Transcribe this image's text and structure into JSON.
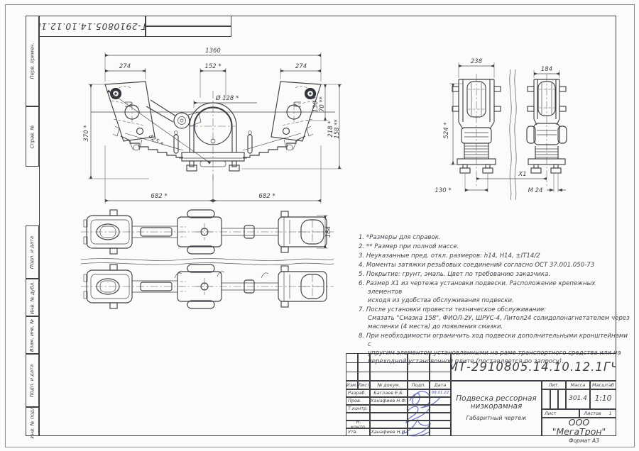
{
  "sheet": {
    "doc_number_top": "МТ-2910805.14.10.12.1ГЧ",
    "format_label": "Формат А3"
  },
  "margin_labels": {
    "perv_primen": "Перв. примен.",
    "sprav_no": "Справ. №",
    "podp_data_1": "Подп. и дата",
    "inv_dubl": "Инв. № дубл.",
    "vzam_inv": "Взам. инв. №",
    "podp_data_2": "Подп. и дата",
    "inv_podl": "Инв. № подл."
  },
  "views": {
    "front": {
      "dim_overall": "1360",
      "dim_left_bracket": "274",
      "dim_center": "152 *",
      "dim_right_bracket": "274",
      "dim_diameter": "Ø 128 *",
      "dim_h_top_1": "130 *",
      "dim_h_top_2": "70 **",
      "dim_h_low_1": "218 *",
      "dim_h_low_2": "158 **",
      "dim_height_left": "370 *",
      "dim_diag": "425 *",
      "dim_half_left": "682 *",
      "dim_half_right": "682 *"
    },
    "end": {
      "dim_width_left": "238",
      "dim_width_right": "184",
      "dim_height": "524 *",
      "dim_bolt_spacing": "130 *",
      "dim_span": "X1",
      "dim_thread": "М 24"
    },
    "plan": {
      "dim_width": "184"
    }
  },
  "notes": [
    "1. *Размеры для справок.",
    "2. ** Размер при полной массе.",
    "3. Неуказанные пред. откл. размеров: h14, Н14, ±IT14/2",
    "4. Моменты затяжки резьбовых соединений согласно ОСТ 37.001.050-73",
    "5. Покрытие: грунт, эмаль. Цвет по требованию заказчика.",
    "6. Размер X1 из чертежа установки подвески. Расположение крепежных элементов\nисходя из удобства обслуживания подвески.",
    "7. После установки провести техническое обслуживание:\nСмазать \"Смазка 158\", ФИОЛ-2У, ШРУС-4, Литол24 солидолонагнетателем через\nмасленки (4 места) до появления смазки.",
    "8. При необходимости ограничить ход подвески дополнительными кронштейнами с\nупругим элементом установленными на раме транспортного средства или на\nпереходной установочной плите (поставляется по запросу)."
  ],
  "title_block": {
    "doc_number": "МТ-2910805.14.10.12.1ГЧ",
    "title_line1": "Подвеска рессорная",
    "title_line2": "низкорамная",
    "subtitle": "Габаритный чертеж",
    "company": "ООО \"МегаТрон\"",
    "columns": {
      "izm": "Изм.",
      "list": "Лист",
      "doc": "№ докум.",
      "podp": "Подп.",
      "data": "Дата"
    },
    "rows": {
      "razrab_label": "Разраб.",
      "razrab_name": "Баглаев Е.Б.",
      "razrab_date": "09.01.22",
      "prov_label": "Пров.",
      "prov_name": "Ханафиев Н.Ф.",
      "tkontr_label": "Т.контр.",
      "nkontr_label": "Н. контр.",
      "utv_label": "Утв.",
      "utv_name": "Ханафиев Н.И."
    },
    "lit_label": "Лит.",
    "massa_label": "Масса",
    "masshtab_label": "Масштаб",
    "massa_value": "301.4",
    "masshtab_value": "1:10",
    "list_label": "Лист",
    "listov_label": "Листов",
    "listov_value": "1"
  }
}
